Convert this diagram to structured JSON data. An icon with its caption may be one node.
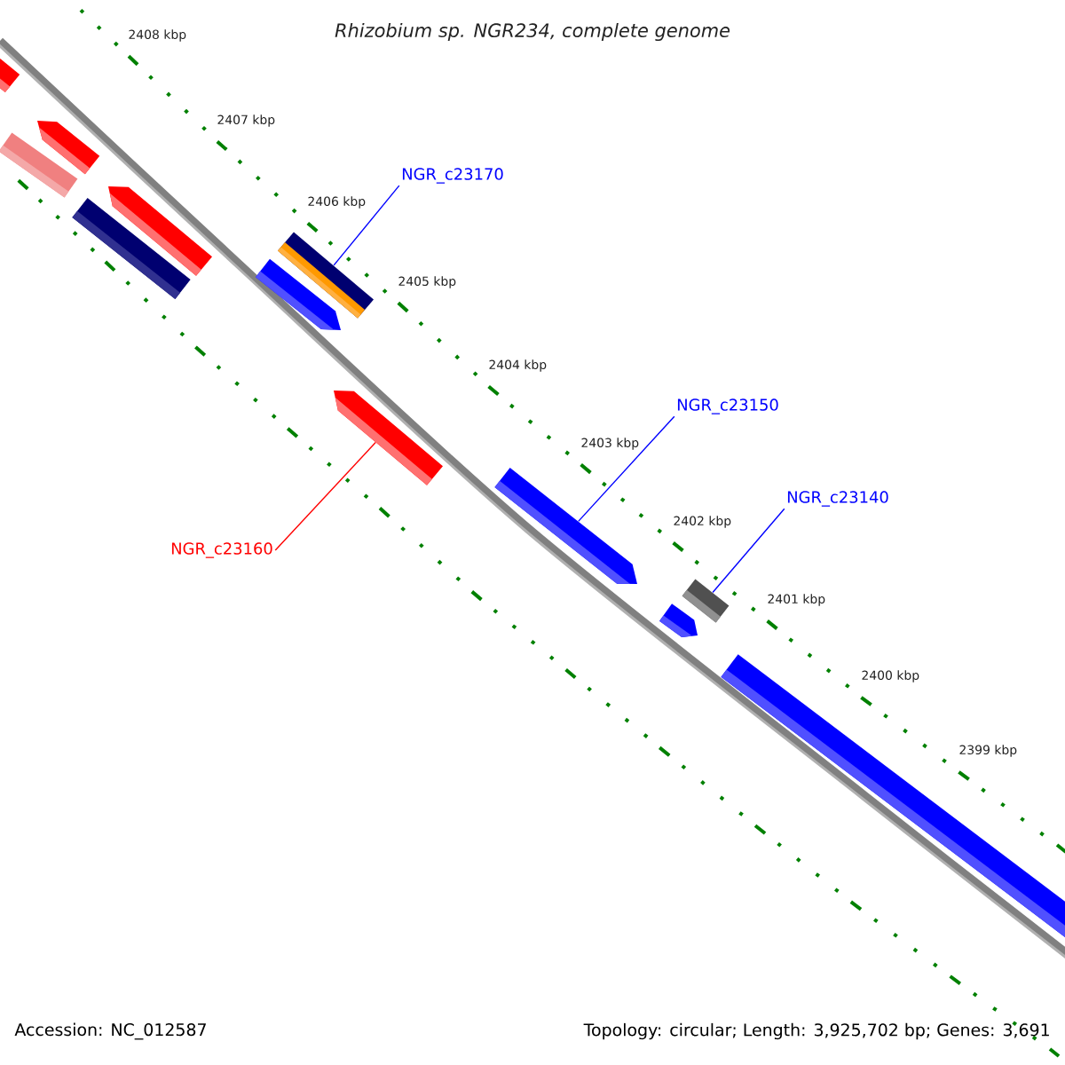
{
  "diagram": {
    "title": "Rhizobium sp. NGR234, complete genome",
    "nodes": [
      {
        "text": [],
        "shape": "bar"
      },
      {
        "text": [],
        "shape": "arrow"
      },
      {
        "text": [],
        "shape": "bar"
      },
      {
        "text": [],
        "shape": "arrow"
      },
      {
        "text": [],
        "shape": "bar"
      },
      {
        "text": [],
        "shape": "bar"
      },
      {
        "text": [],
        "shape": "arrow"
      },
      {
        "text": [],
        "shape": "arrow"
      },
      {
        "text": [],
        "shape": "arrow"
      },
      {
        "text": [],
        "shape": "bar"
      },
      {
        "text": [],
        "shape": "arrow"
      },
      {
        "text": [],
        "shape": "bar"
      },
      {
        "text": [
          "NGR_c23170"
        ]
      },
      {
        "text": [
          "NGR_c23150"
        ]
      },
      {
        "text": [
          "NGR_c23140"
        ]
      },
      {
        "text": [
          "NGR_c23160"
        ]
      }
    ],
    "edges": [
      {
        "from": 12,
        "to": 5,
        "arrow": "none"
      },
      {
        "from": 13,
        "to": 8,
        "arrow": "none"
      },
      {
        "from": 14,
        "to": 9,
        "arrow": "none"
      },
      {
        "from": 15,
        "to": 7,
        "arrow": "none",
        "color": "#ff0000"
      }
    ],
    "labels": [
      "2408 kbp",
      "2407 kbp",
      "2406 kbp",
      "2405 kbp",
      "2404 kbp",
      "2403 kbp",
      "2402 kbp",
      "2401 kbp",
      "2400 kbp",
      "2399 kbp",
      "Accession: NC_012587",
      "Topology: circular; Length: 3,925,702 bp; Genes: 3,691"
    ]
  }
}
